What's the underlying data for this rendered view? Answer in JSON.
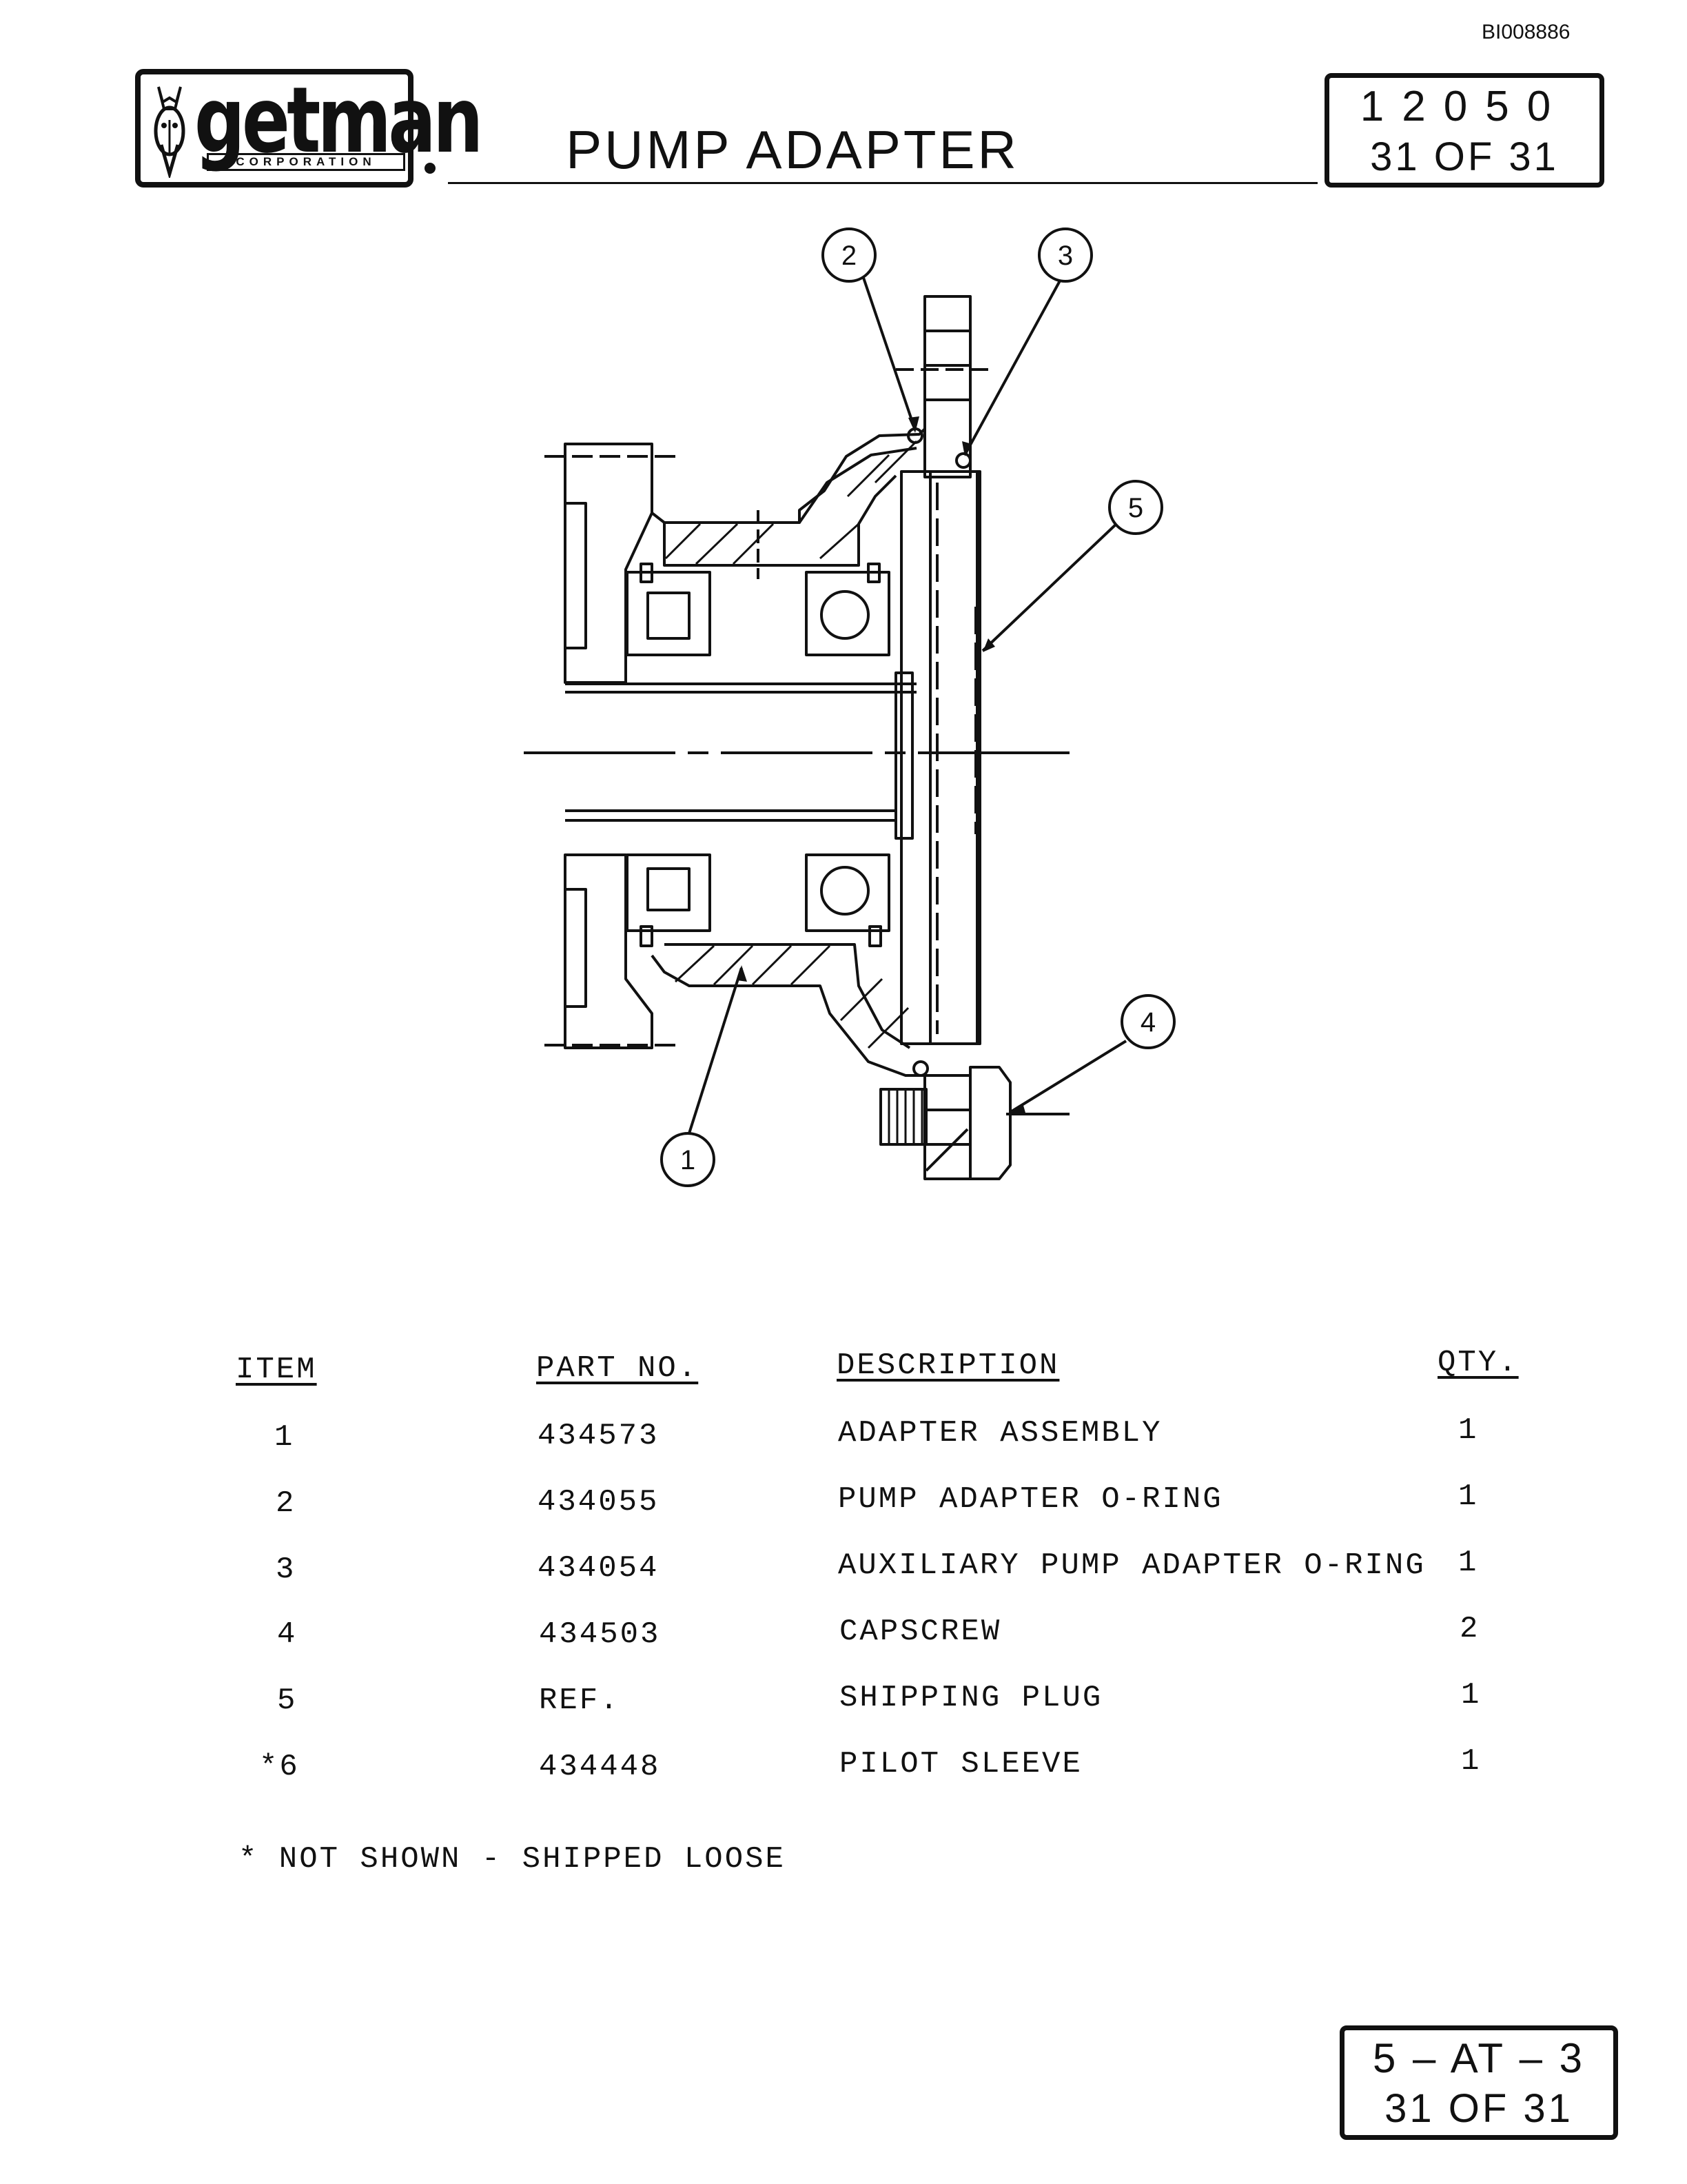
{
  "document_id": "BI008886",
  "logo": {
    "word": "getman",
    "tagline": "CORPORATION"
  },
  "title": "PUMP ADAPTER",
  "header_box": {
    "line1": "12050",
    "line2": "31 OF 31"
  },
  "footer_box": {
    "line1": "5 – AT – 3",
    "line2": "31 OF 31"
  },
  "callouts": [
    "1",
    "2",
    "3",
    "4",
    "5"
  ],
  "parts_table": {
    "headers": {
      "item": "ITEM",
      "part_no": "PART NO.",
      "description": "DESCRIPTION",
      "qty": "QTY."
    },
    "rows": [
      {
        "item": "1",
        "part_no": "434573",
        "description": "ADAPTER ASSEMBLY",
        "qty": "1"
      },
      {
        "item": "2",
        "part_no": "434055",
        "description": "PUMP ADAPTER O-RING",
        "qty": "1"
      },
      {
        "item": "3",
        "part_no": "434054",
        "description": "AUXILIARY PUMP ADAPTER O-RING",
        "qty": "1"
      },
      {
        "item": "4",
        "part_no": "434503",
        "description": "CAPSCREW",
        "qty": "2"
      },
      {
        "item": "5",
        "part_no": "REF.",
        "description": "SHIPPING PLUG",
        "qty": "1"
      },
      {
        "item": "*6",
        "part_no": "434448",
        "description": "PILOT SLEEVE",
        "qty": "1"
      }
    ]
  },
  "footnote": "* NOT SHOWN - SHIPPED LOOSE"
}
